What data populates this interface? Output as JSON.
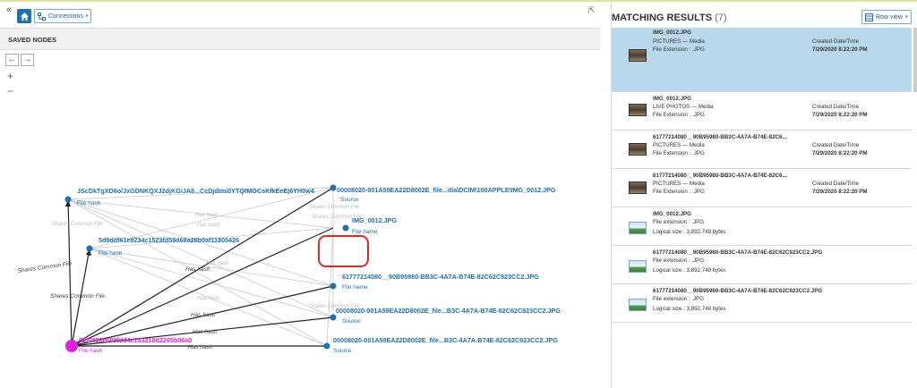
{
  "toolbar": {
    "collapse_glyph": "«",
    "connections_label": "Connections",
    "pin_glyph": "⇱"
  },
  "left_panel": {
    "title": "SAVED NODES",
    "back_glyph": "←",
    "forward_glyph": "→",
    "zoom_in_glyph": "+",
    "zoom_out_glyph": "−"
  },
  "graph": {
    "nodes": [
      {
        "label": "JScDkTgXD6o/JxGDNKQXJ2djKGiJA8...CcDjdImi0YTQfMOCsKfkEeEj6YH0w4",
        "sub": "File hash"
      },
      {
        "label": "5d9ddf61e9234c1523fd59d68a28b0af11800426",
        "sub": "File hash"
      },
      {
        "label": "00008020-001A59EA22D8002E_file...dia\\DCIM\\100APPLE\\IMG_0012.JPG",
        "sub": "Source"
      },
      {
        "label": "IMG_0012.JPG",
        "sub": "File name"
      },
      {
        "label": "61777214080__90B95980-BB3C-4A7A-B74E-82C62C923CC2.JPG",
        "sub": "File name"
      },
      {
        "label": "00008020-001A59EA22D8002E_file...B3C-4A7A-B74E-82C62C923CC2.JPG",
        "sub": "Source"
      },
      {
        "label": "00008020-001A59EA22D8002E_file...B3C-4A7A-B74E-82C62C923CC2.JPG",
        "sub": "Source"
      },
      {
        "label": "6520f18e689fdd4e153210d2265b06a0",
        "sub": "File hash"
      }
    ],
    "edge_labels": {
      "shares_common_file": "Shares Common File",
      "has_hash": "Has hash"
    }
  },
  "results": {
    "title": "MATCHING RESULTS",
    "count": "(7)",
    "row_view_label": "Row view",
    "items": [
      {
        "name": "IMG_0012.JPG",
        "line2": "PICTURES  —  Media",
        "line3": "File Extension :  .JPG",
        "date_label": "Created Date/Time",
        "date_value": "7/29/2020 8:22:20 PM"
      },
      {
        "name": "IMG_0012.JPG",
        "line2": "LIVE PHOTOS  —  Media",
        "line3": "File Extension :  .JPG",
        "date_label": "Created Date/Time",
        "date_value": "7/29/2020 8:22:20 PM"
      },
      {
        "name": "61777214080__90B95980-BB3C-4A7A-B74E-82C6...",
        "line2": "PICTURES  —  Media",
        "line3": "File Extension :  .JPG",
        "date_label": "Created Date/Time",
        "date_value": "7/29/2020 8:22:20 PM"
      },
      {
        "name": "61777214080__90B95980-BB3C-4A7A-B74E-82C6...",
        "line2": "PICTURES  —  Media",
        "line3": "File Extension :  .JPG",
        "date_label": "Created Date/Time",
        "date_value": "7/29/2020 8:22:20 PM"
      },
      {
        "name": "IMG_0012.JPG",
        "line2": "File extension : .JPG",
        "line3": "Logical size : 3,892,748 bytes"
      },
      {
        "name": "61777214080__90B95980-BB3C-4A7A-B74E-82C62C923CC2.JPG",
        "line2": "File extension : .JPG",
        "line3": "Logical size : 3,892,748 bytes"
      },
      {
        "name": "61777214080__90B95980-BB3C-4A7A-B74E-82C62C923CC2.JPG",
        "line2": "File extension : .JPG",
        "line3": "Logical size : 3,892,748 bytes"
      }
    ]
  },
  "colors": {
    "accent": "#1f6fb2",
    "node_blue": "#1f6fb2",
    "node_selected": "#e020e0",
    "selected_row": "#b9d8eb",
    "highlight_box": "#e0282e"
  },
  "icons": [
    "home-icon",
    "connections-icon",
    "pin-icon",
    "row-view-icon"
  ]
}
